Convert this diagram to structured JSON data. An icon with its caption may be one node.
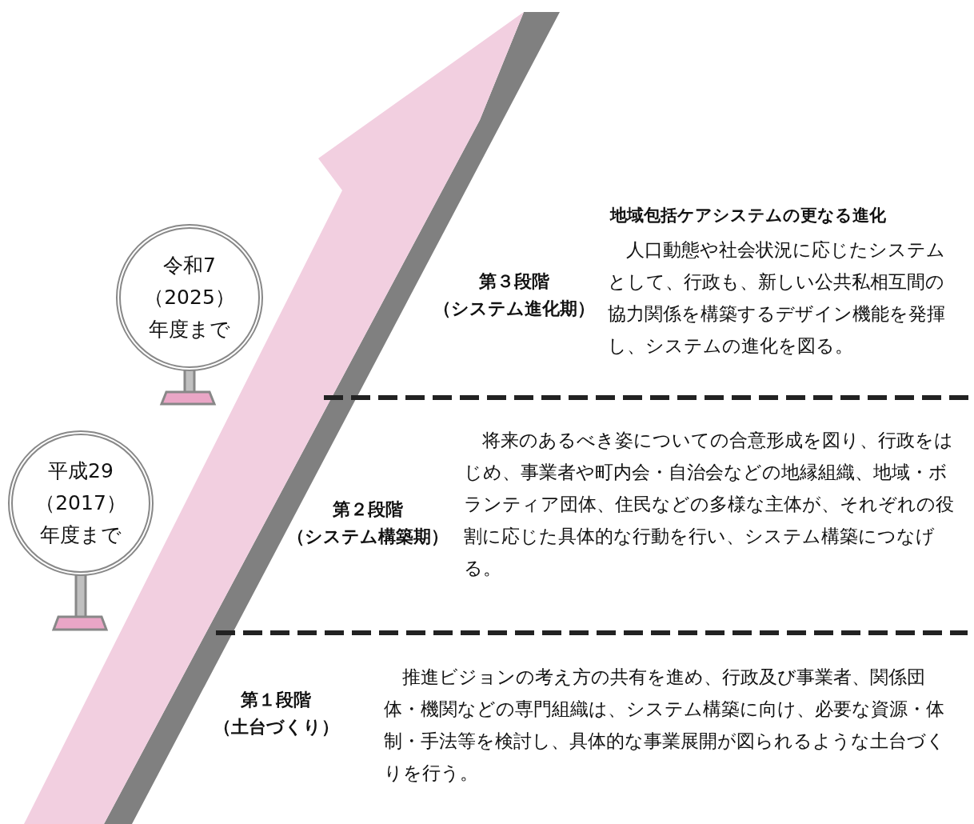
{
  "diagram": {
    "nodes": [
      {
        "text": [
          "令和7（2025）年度まで"
        ]
      },
      {
        "text": [
          "平成29（2017）年度まで"
        ]
      }
    ],
    "labels": [
      "地域包括ケアシステムの更なる進化",
      "第３段階（システム進化期）",
      "人口動態や社会状況に応じたシステムとして、行政も、新しい公共私相互間の協力関係を構築するデザイン機能を発揮し、システムの進化を図る。",
      "第２段階（システム構築期）",
      "将来のあるべき姿についての合意形成を図り、行政をはじめ、事業者や町内会・自治会などの地縁組織、地域・ボランティア団体、住民などの多様な主体が、それぞれの役割に応じた具体的な行動を行い、システム構築につなげる。",
      "第１段階（土台づくり）",
      "推進ビジョンの考え方の共有を進め、行政及び事業者、関係団体・機関などの専門組織は、システム構築に向け、必要な資源・体制・手法等を検討し、具体的な事業展開が図られるような土台づくりを行う。"
    ]
  }
}
